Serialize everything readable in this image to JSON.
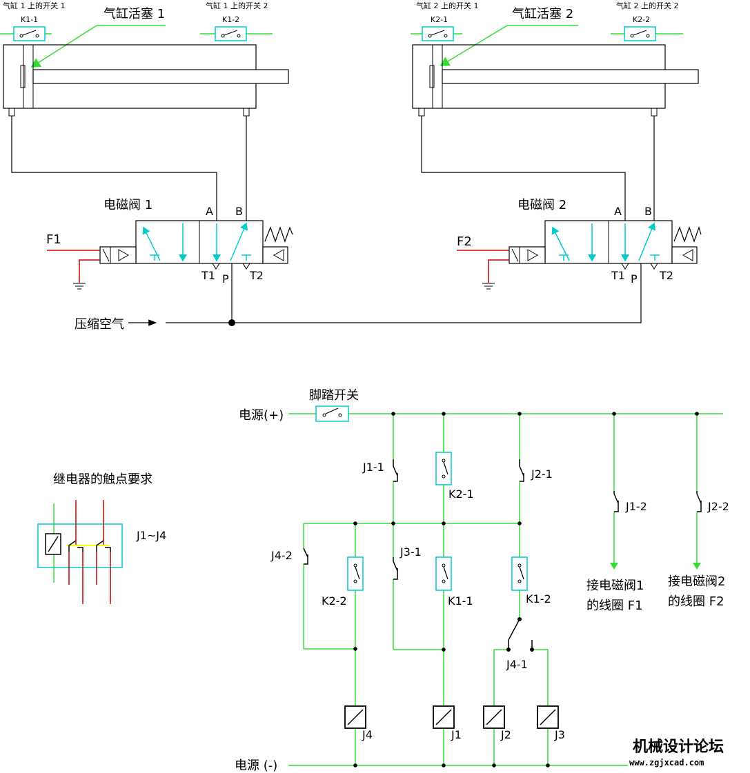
{
  "cylinder_1": {
    "title": "气缸活塞 1",
    "switch_left_caption": "气缸 1 上的开关 1",
    "switch_left_id": "K1-1",
    "switch_right_caption": "气缸 1 上的开关 2",
    "switch_right_id": "K1-2"
  },
  "cylinder_2": {
    "title": "气缸活塞 2",
    "switch_left_caption": "气缸 2 上的开关 1",
    "switch_left_id": "K2-1",
    "switch_right_caption": "气缸 2 上的开关 2",
    "switch_right_id": "K2-2"
  },
  "valve_1": {
    "title": "电磁阀 1",
    "port_a": "A",
    "port_b": "B",
    "port_t1": "T1",
    "port_p": "P",
    "port_t2": "T2",
    "signal": "F1"
  },
  "valve_2": {
    "title": "电磁阀 2",
    "port_a": "A",
    "port_b": "B",
    "port_t1": "T1",
    "port_p": "P",
    "port_t2": "T2",
    "signal": "F2"
  },
  "air_supply": "压缩空气",
  "relay_spec": {
    "title": "继电器的触点要求",
    "range": "J1~J4"
  },
  "circuit": {
    "power_pos": "电源(+)",
    "power_neg": "电源 (-)",
    "foot_switch": "脚踏开关",
    "contacts": {
      "j1_1": "J1-1",
      "k2_1": "K2-1",
      "j2_1": "J2-1",
      "j1_2": "J1-2",
      "j2_2": "J2-2",
      "j4_2": "J4-2",
      "k2_2": "K2-2",
      "j3_1": "J3-1",
      "k1_1": "K1-1",
      "k1_2": "K1-2",
      "j4_1": "J4-1"
    },
    "coils": {
      "j4": "J4",
      "j1": "J1",
      "j2": "J2",
      "j3": "J3"
    },
    "output_1": [
      "接电磁阀1",
      "的线圈 F1"
    ],
    "output_2": [
      "接电磁阀2",
      "的线圈 F2"
    ]
  },
  "watermark": {
    "title": "机械设计论坛",
    "url": "www.zgjxcad.com"
  },
  "colors": {
    "wire": "#33dd33",
    "component": "#00cccc",
    "signal": "#cc0000",
    "line": "#000000"
  }
}
